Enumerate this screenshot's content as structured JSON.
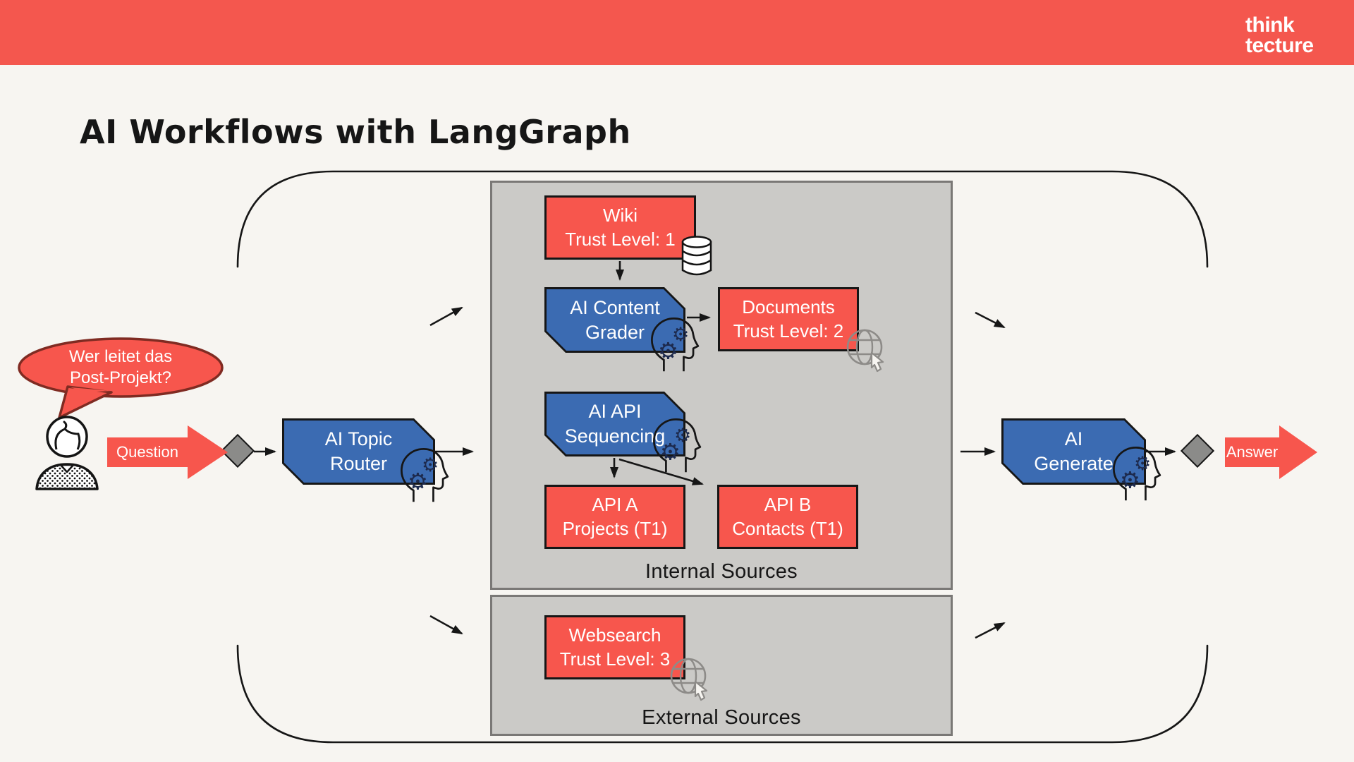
{
  "banner": {
    "logo": {
      "line1": "think",
      "line2": "tecture"
    }
  },
  "title": "AI Workflows with LangGraph",
  "bubble": {
    "line1": "Wer leitet das",
    "line2": "Post-Projekt?"
  },
  "labels": {
    "question": "Question",
    "answer": "Answer"
  },
  "nodes": {
    "router": {
      "line1": "AI Topic",
      "line2": "Router"
    },
    "wiki": {
      "line1": "Wiki",
      "line2": "Trust Level: 1"
    },
    "grader": {
      "line1": "AI Content",
      "line2": "Grader"
    },
    "documents": {
      "line1": "Documents",
      "line2": "Trust Level: 2"
    },
    "sequencing": {
      "line1": "AI API",
      "line2": "Sequencing"
    },
    "api_a": {
      "line1": "API A",
      "line2": "Projects (T1)"
    },
    "api_b": {
      "line1": "API B",
      "line2": "Contacts (T1)"
    },
    "websearch": {
      "line1": "Websearch",
      "line2": "Trust Level: 3"
    },
    "generate": {
      "line1": "AI",
      "line2": "Generate"
    }
  },
  "containers": {
    "internal": "Internal Sources",
    "external": "External Sources"
  },
  "icons": {
    "gear_glyph": "⚙",
    "ai_head": "ai-head-gears-icon",
    "database": "database-icon",
    "globe": "globe-pointer-icon",
    "person": "user-icon"
  },
  "colors": {
    "brand_red": "#F4574E",
    "node_blue": "#3B6BB2",
    "container_gray": "#CBCAC7",
    "diamond_gray": "#8B8B89",
    "background": "#F7F5F1",
    "ink": "#161616"
  }
}
